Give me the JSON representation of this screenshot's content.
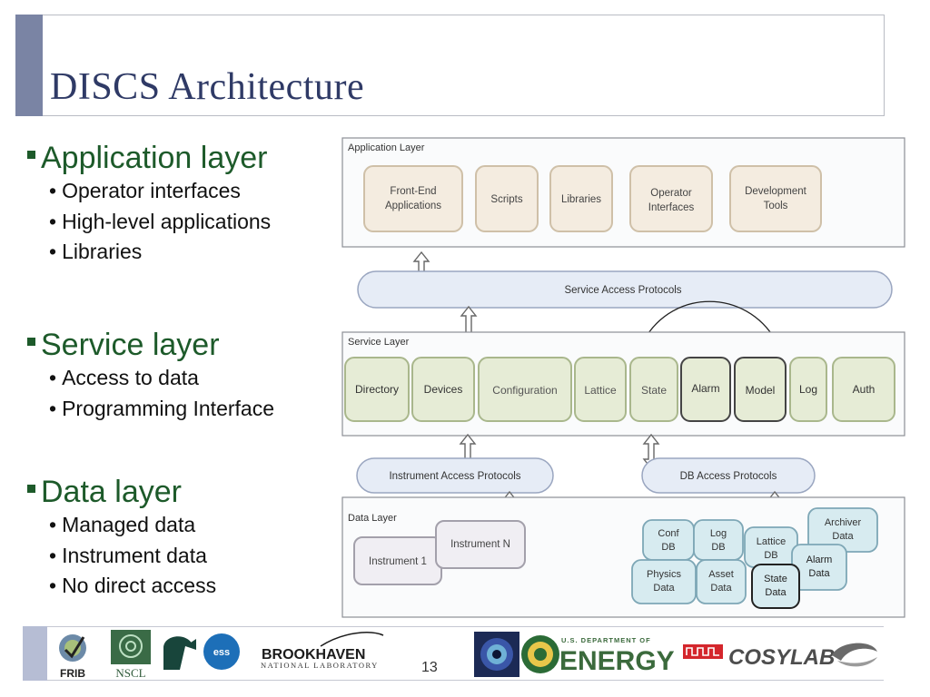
{
  "slide": {
    "title": "DISCS Architecture",
    "page_number": "13"
  },
  "bullets": [
    {
      "heading": "Application layer",
      "items": [
        "Operator interfaces",
        "High-level applications",
        "Libraries"
      ]
    },
    {
      "heading": "Service layer",
      "items": [
        "Access to data",
        "Programming Interface"
      ]
    },
    {
      "heading": "Data layer",
      "items": [
        "Managed data",
        "Instrument data",
        "No direct access"
      ]
    }
  ],
  "diagram": {
    "application_layer": {
      "label": "Application Layer",
      "boxes": [
        "Front-End Applications",
        "Scripts",
        "Libraries",
        "Operator Interfaces",
        "Development Tools"
      ]
    },
    "service_access_protocols": "Service Access Protocols",
    "service_layer": {
      "label": "Service Layer",
      "boxes": [
        "Directory",
        "Devices",
        "Configuration",
        "Lattice",
        "State",
        "Alarm",
        "Model",
        "Log",
        "Auth"
      ]
    },
    "instrument_access_protocols": "Instrument Access Protocols",
    "db_access_protocols": "DB Access Protocols",
    "data_layer": {
      "label": "Data Layer",
      "instruments": [
        "Instrument 1",
        "Instrument N"
      ],
      "dbs": [
        "Conf DB",
        "Log DB",
        "Lattice DB",
        "Archiver Data",
        "Physics Data",
        "Asset Data",
        "State Data",
        "Alarm Data"
      ]
    },
    "colors": {
      "app_box_fill": "#f4ece0",
      "app_box_stroke": "#cfc0a8",
      "service_box_fill": "#e6ecd6",
      "service_box_stroke": "#a9b78c",
      "protocol_fill": "#e6ecf6",
      "protocol_stroke": "#9aa6c0",
      "db_fill": "#d7ebf0",
      "db_stroke": "#7ea7b6",
      "instrument_fill": "#f0eef3",
      "instrument_stroke": "#a3a0ab",
      "layer_fill": "#fafbfc",
      "layer_stroke": "#8c8f96"
    }
  },
  "footer": {
    "logos": [
      "FRIB",
      "NSCL",
      "Spartan helmet",
      "ESS",
      "BROOKHAVEN",
      "NATIONAL LABORATORY",
      "magnet ring",
      "DOE seal",
      "U.S. DEPARTMENT OF",
      "ENERGY",
      "pulse-logo",
      "COSYLAB",
      "swirl-logo"
    ]
  }
}
